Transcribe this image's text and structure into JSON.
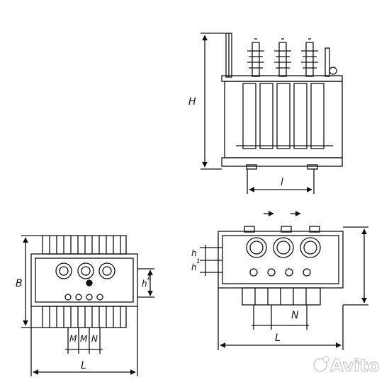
{
  "drawing": {
    "front_view": {
      "label_H": "H",
      "label_l": "l"
    },
    "left_view": {
      "label_B": "B",
      "label_L": "L",
      "label_h1": "h",
      "label_h1_sub": "1",
      "labels_bottom": [
        "M",
        "M",
        "N"
      ]
    },
    "right_view": {
      "label_h": "h",
      "label_h1": "h",
      "label_h1_sub": "1",
      "label_N": "N",
      "label_L": "L"
    }
  },
  "watermark": {
    "text": "Avito"
  },
  "colors": {
    "line": "#111111",
    "watermark": "#c8c8c8"
  }
}
